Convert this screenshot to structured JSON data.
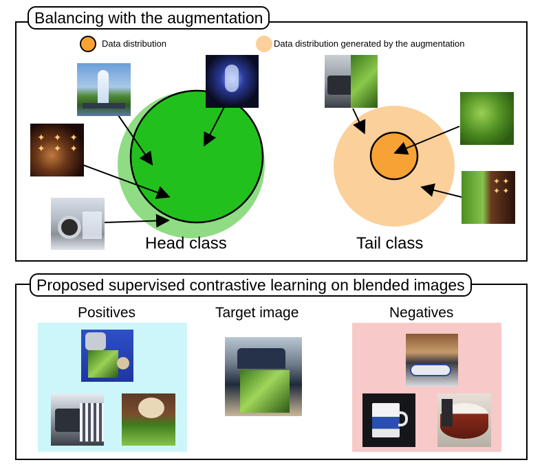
{
  "top_panel": {
    "title": "Balancing with the augmentation",
    "legend": {
      "original": "Data distribution",
      "augmented": "Data distribution generated by the augmentation"
    },
    "head_label": "Head class",
    "tail_label": "Tail class"
  },
  "bottom_panel": {
    "title": "Proposed supervised contrastive learning on blended images",
    "positives_label": "Positives",
    "target_label": "Target image",
    "negatives_label": "Negatives"
  },
  "colors": {
    "head_inner": "#22c01c",
    "head_outer": "#8fdc84",
    "tail_inner": "#f7a234",
    "tail_outer": "#fbd09a",
    "positives_bg": "#ccf6fa",
    "negatives_bg": "#f8c9c9"
  }
}
